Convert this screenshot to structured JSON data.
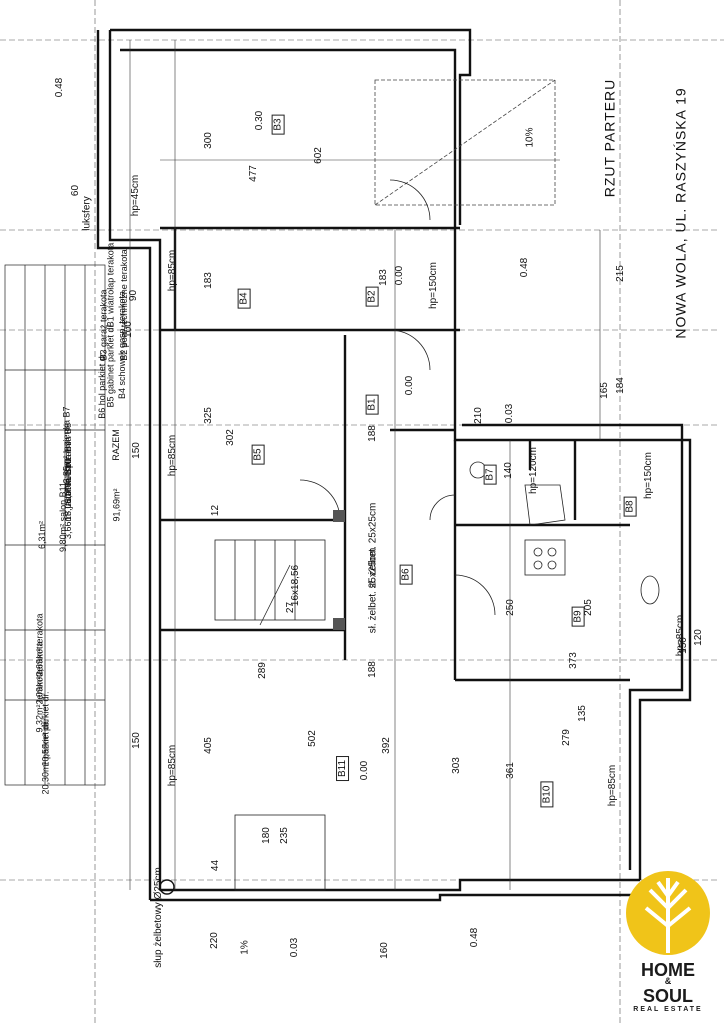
{
  "drawing": {
    "title": "RZUT PARTERU",
    "address": "NOWA WOLA, UL. RASZYŃSKA 19",
    "total_label": "RAZEM",
    "total_area": "91,69m²"
  },
  "room_table_left": [
    {
      "code": "B1",
      "name": "wiatrołap",
      "floor": "terakota",
      "area": ""
    },
    {
      "code": "B2",
      "name": "pom.techniczne",
      "floor": "terakota",
      "area": ""
    },
    {
      "code": "B3",
      "name": "garaż",
      "floor": "terakota",
      "area": ""
    },
    {
      "code": "B4",
      "name": "schowek gosp.",
      "floor": "terakota",
      "area": ""
    },
    {
      "code": "B5",
      "name": "gabinet",
      "floor": "parkiet dr.",
      "area": ""
    },
    {
      "code": "B6",
      "name": "hol",
      "floor": "parkiet dr.",
      "area": ""
    }
  ],
  "room_table_mid": [
    {
      "code": "B7",
      "name": "łazienka",
      "area": "3,85m²"
    },
    {
      "code": "B8",
      "name": "spiżarnia",
      "area": "5,09m²"
    },
    {
      "code": "B9",
      "name": "kuchnia",
      "area": "18,06m²"
    },
    {
      "code": "B10",
      "name": "jadalnia",
      "area": "3,66m²"
    },
    {
      "code": "B11",
      "name": "salon",
      "area": "9,80m²"
    },
    {
      "code": "",
      "name": "",
      "area": "6,31m²"
    }
  ],
  "room_table_right": [
    {
      "area": "2,69m²",
      "floor": "terakota"
    },
    {
      "area": "2,09m²",
      "floor": "terakota"
    },
    {
      "area": "9,32m²",
      "floor": "terakota"
    },
    {
      "area": "10,52m²",
      "floor": "parkiet dr."
    },
    {
      "area": "20,30m²",
      "floor": "parkiet dr."
    }
  ],
  "rooms": {
    "B1": "B1",
    "B2": "B2",
    "B3": "B3",
    "B4": "B4",
    "B5": "B5",
    "B6": "B6",
    "B7": "B7",
    "B8": "B8",
    "B9": "B9",
    "B10": "B10",
    "B11": "B11"
  },
  "levels": {
    "l1": "0.30",
    "l2": "0.00",
    "l3": "0.00",
    "l4": "0.03",
    "l5": "0.00",
    "l6": "0.48",
    "l7": "0.48",
    "l8": "0.48",
    "l9": "0.03"
  },
  "dims": {
    "d300": "300",
    "d602": "602",
    "d477": "477",
    "d183a": "183",
    "d183b": "183",
    "d325": "325",
    "d302": "302",
    "d405": "405",
    "d502": "502",
    "d392": "392",
    "d303": "303",
    "d361": "361",
    "d250": "250",
    "d289": "289",
    "d188a": "188",
    "d188b": "188",
    "d373": "373",
    "d279": "279",
    "d135": "135",
    "d215": "215",
    "d165": "165",
    "d184": "184",
    "d150a": "150",
    "d150b": "150",
    "d150c": "150",
    "d220": "220",
    "d160": "160",
    "d100": "100",
    "d90": "90",
    "d60": "60",
    "d120": "120",
    "d140": "140",
    "d205": "205",
    "d210": "210",
    "d44": "44",
    "d12": "12"
  },
  "notes": {
    "hp85": "hp=85cm",
    "hp45": "hp=45cm",
    "hp150": "hp=150cm",
    "hp120": "hp=120cm",
    "stairs": "16x18,56",
    "stairs2": "27",
    "pillar": "słup żelbetowy Ø25cm",
    "col1": "sł. żelbet. 25x25cm",
    "col2": "sł. żelbet. 25x25cm",
    "luksfery": "luksfery",
    "slope": "10%",
    "slope2": "1%",
    "door_180": "180",
    "door_235": "235"
  },
  "logo": {
    "line1": "HOME",
    "amp": "&",
    "line2": "SOUL",
    "sub": "REAL ESTATE",
    "color": "#f0c419"
  }
}
